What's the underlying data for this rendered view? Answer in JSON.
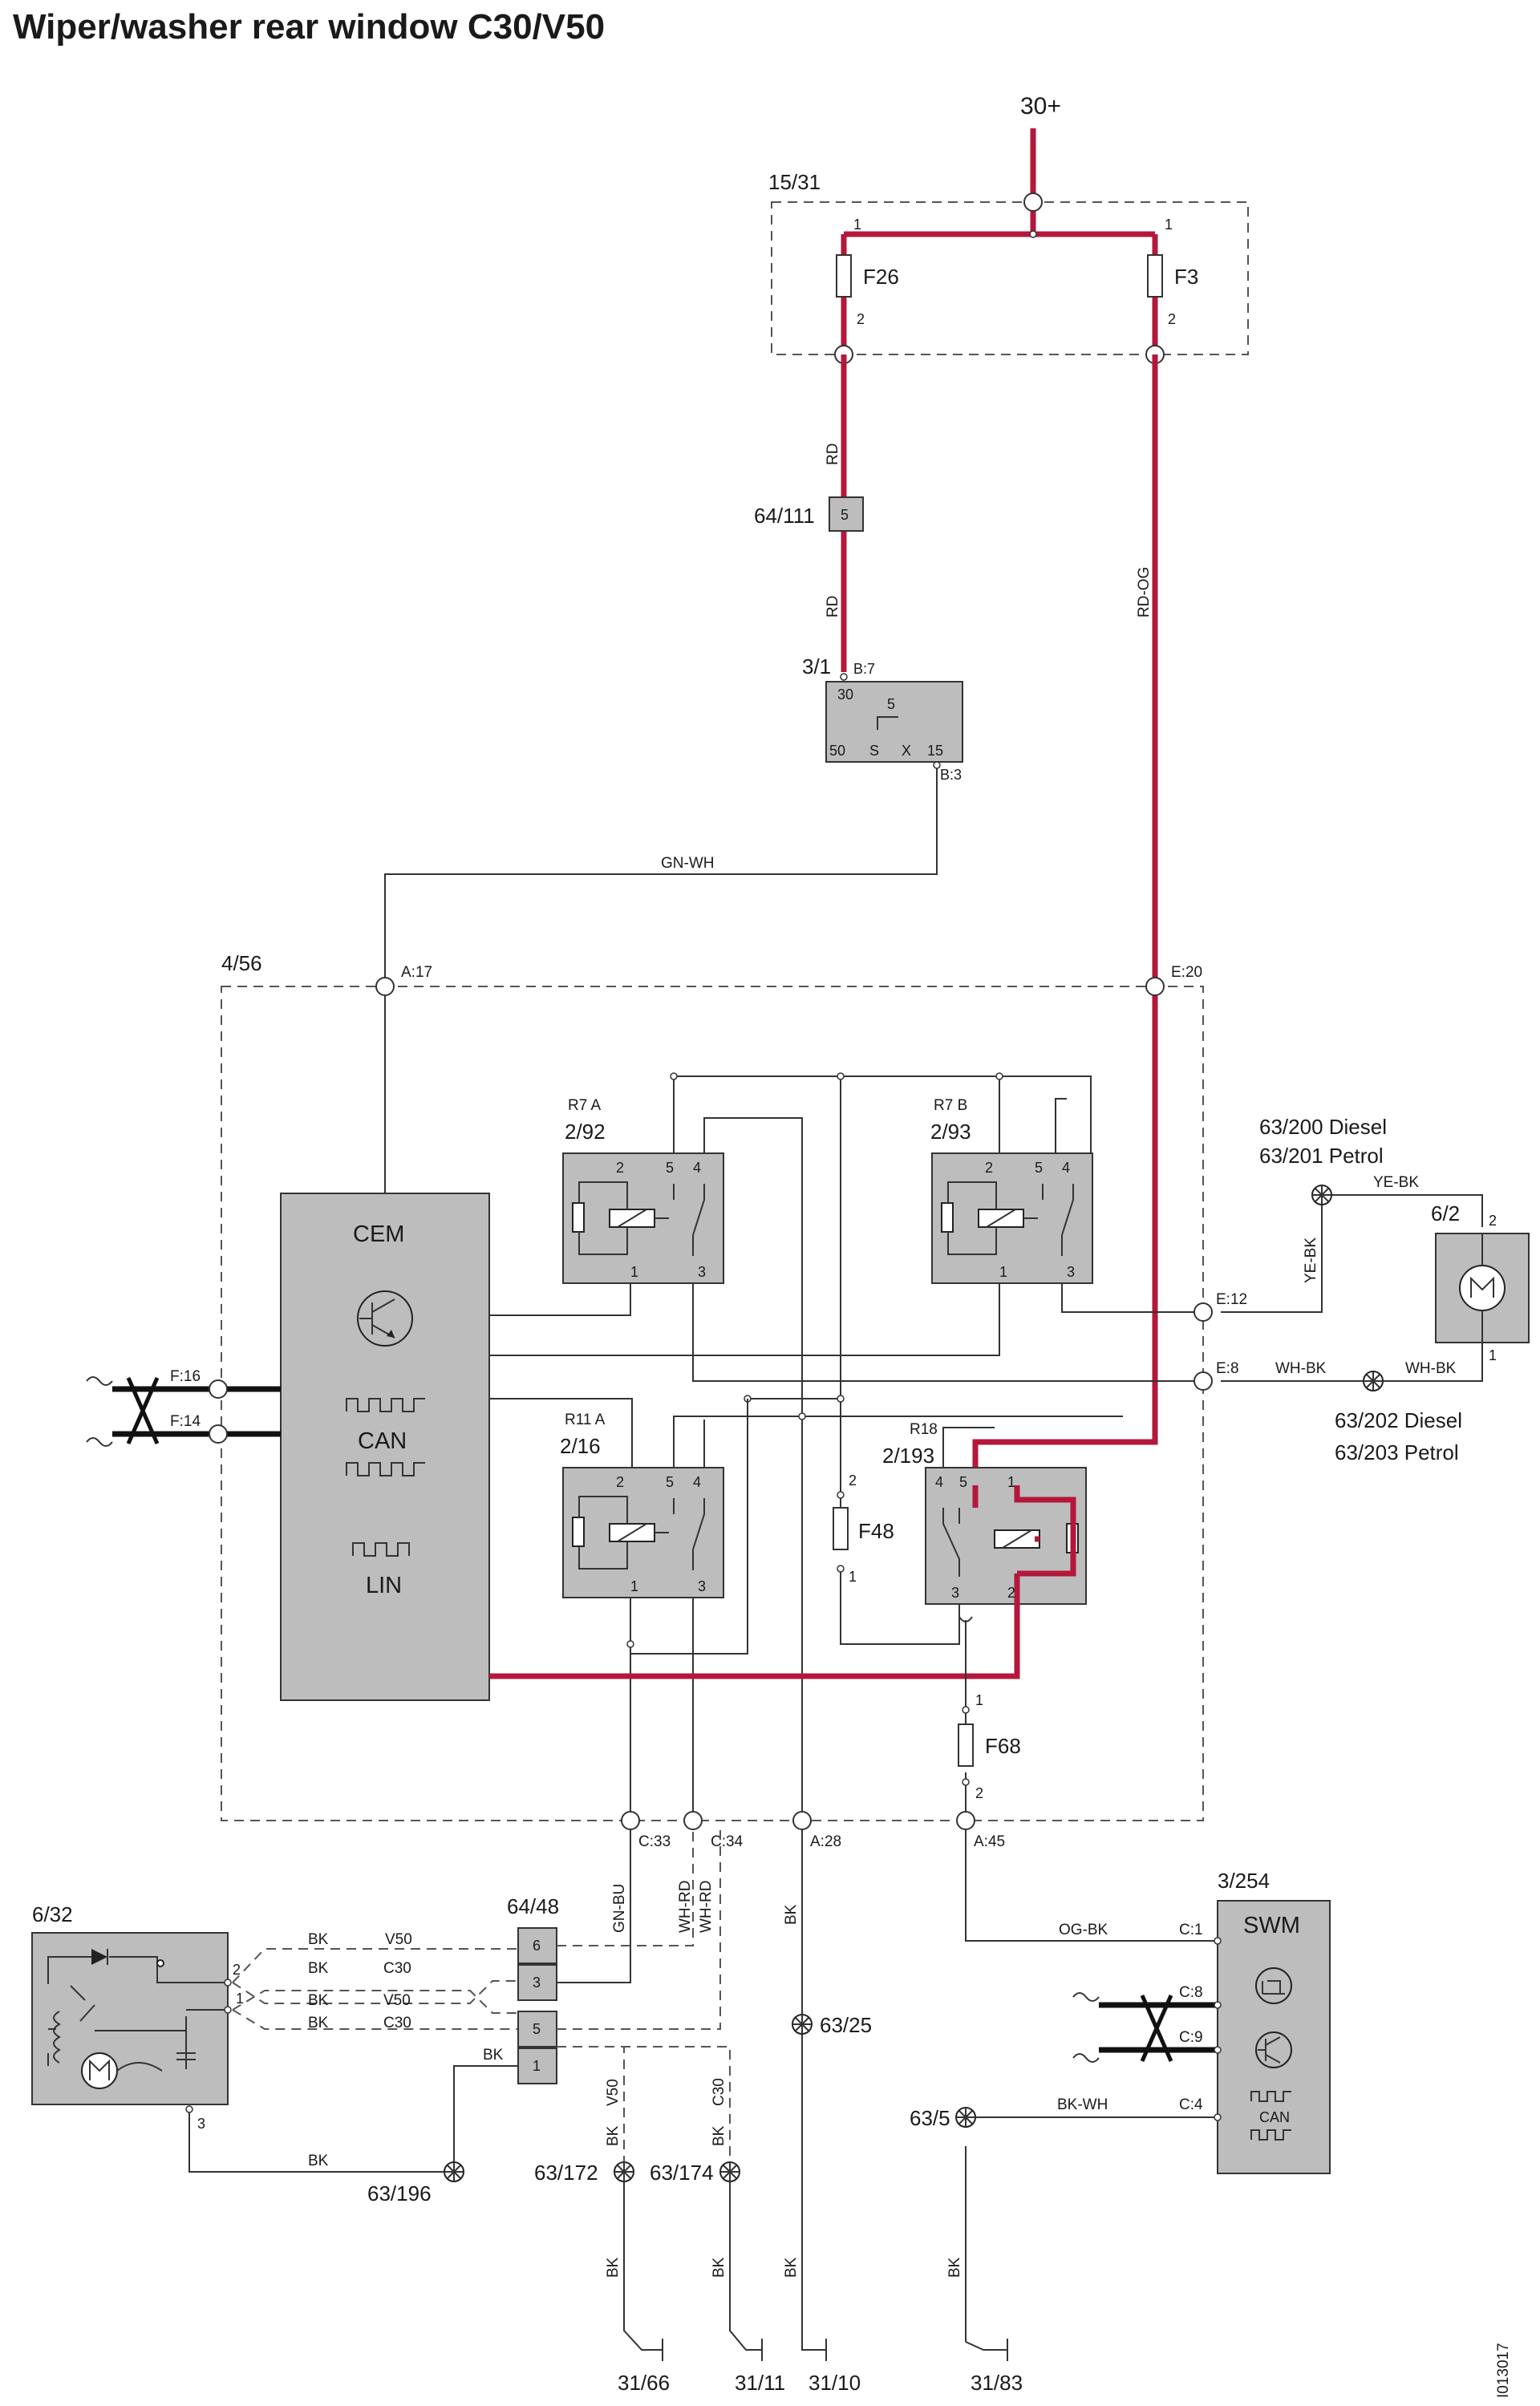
{
  "title": "Wiper/washer rear window C30/V50",
  "doc_id": "I013017",
  "supply": "30+",
  "fuse_box": {
    "id": "15/31",
    "f1": "F26",
    "f2": "F3"
  },
  "connectors": {
    "c64_111": "64/111",
    "c64_111_pin": "5",
    "c64_48": "64/48"
  },
  "ignition": {
    "id": "3/1",
    "pin_in": "B:7",
    "pin_out": "B:3",
    "t30": "30",
    "t5": "5",
    "t50": "50",
    "ts": "S",
    "tx": "X",
    "t15": "15"
  },
  "wires": {
    "rd": "RD",
    "rdog": "RD-OG",
    "gnwh": "GN-WH",
    "yebk": "YE-BK",
    "whbk": "WH-BK",
    "gnbu": "GN-BU",
    "whrd": "WH-RD",
    "bk": "BK",
    "ogbk": "OG-BK",
    "bkwh": "BK-WH",
    "v50": "V50",
    "c30": "C30"
  },
  "cem": {
    "module_id": "4/56",
    "label": "CEM",
    "can": "CAN",
    "lin": "LIN",
    "pins": {
      "a17": "A:17",
      "e20": "E:20",
      "e12": "E:12",
      "e8": "E:8",
      "f16": "F:16",
      "f14": "F:14",
      "c33": "C:33",
      "c34": "C:34",
      "a28": "A:28",
      "a45": "A:45"
    }
  },
  "relays": {
    "r7a": {
      "name": "R7 A",
      "id": "2/92"
    },
    "r7b": {
      "name": "R7 B",
      "id": "2/93"
    },
    "r11a": {
      "name": "R11 A",
      "id": "2/16"
    },
    "r18": {
      "name": "R18",
      "id": "2/193"
    },
    "pin1": "1",
    "pin2": "2",
    "pin3": "3",
    "pin4": "4",
    "pin5": "5"
  },
  "fuses": {
    "f48": "F48",
    "f68": "F68"
  },
  "pump": {
    "id": "6/2",
    "splice_top_1": "63/200 Diesel",
    "splice_top_2": "63/201 Petrol",
    "splice_bot_1": "63/202 Diesel",
    "splice_bot_2": "63/203 Petrol"
  },
  "motor": {
    "id": "6/32"
  },
  "swm": {
    "id": "3/254",
    "label": "SWM",
    "can": "CAN",
    "c1": "C:1",
    "c8": "C:8",
    "c9": "C:9",
    "c4": "C:4"
  },
  "splices": {
    "s63_25": "63/25",
    "s63_5": "63/5",
    "s63_196": "63/196",
    "s63_172": "63/172",
    "s63_174": "63/174"
  },
  "grounds": {
    "g31_66": "31/66",
    "g31_11": "31/11",
    "g31_10": "31/10",
    "g31_83": "31/83"
  }
}
